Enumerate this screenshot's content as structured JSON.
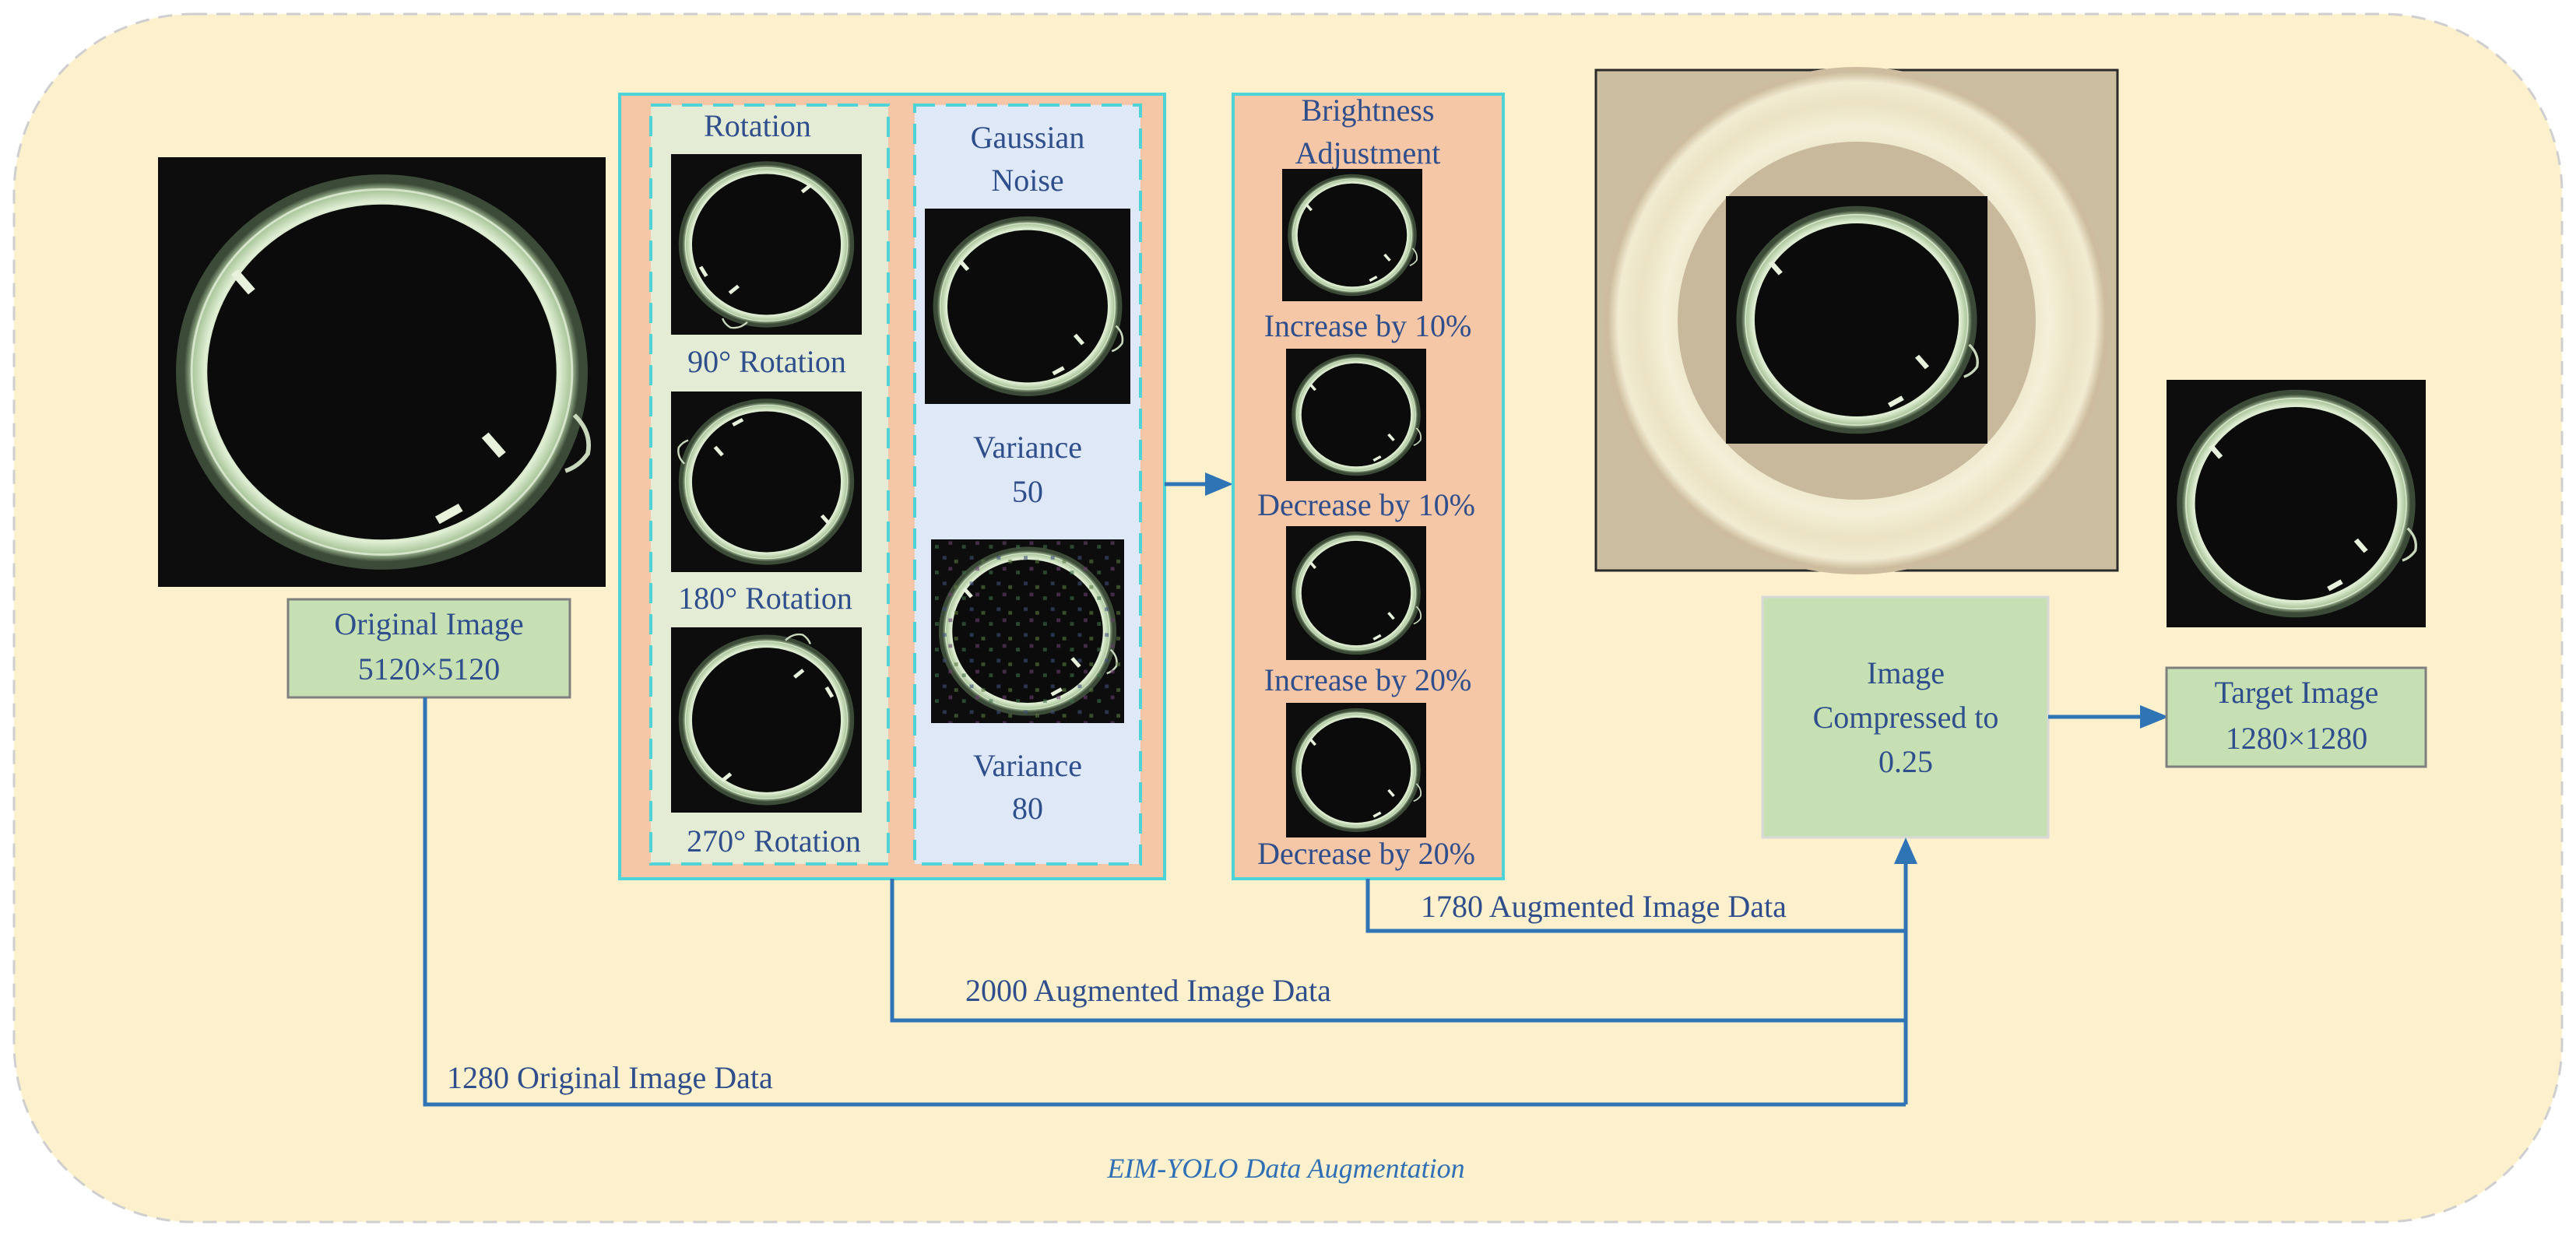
{
  "caption": "EIM-YOLO Data Augmentation",
  "original": {
    "line1": "Original Image",
    "line2": "5120×5120"
  },
  "rotation": {
    "title": "Rotation",
    "labels": [
      "90° Rotation",
      "180° Rotation",
      "270° Rotation"
    ]
  },
  "noise": {
    "title_line1": "Gaussian",
    "title_line2": "Noise",
    "items": [
      {
        "label": "Variance",
        "value": "50"
      },
      {
        "label": "Variance",
        "value": "80"
      }
    ]
  },
  "brightness": {
    "title_line1": "Brightness",
    "title_line2": "Adjustment",
    "labels": [
      "Increase by 10%",
      "Decrease by 10%",
      "Increase by 20%",
      "Decrease by 20%"
    ]
  },
  "compress": {
    "line1": "Image",
    "line2": "Compressed to",
    "line3": "0.25"
  },
  "target": {
    "line1": "Target Image",
    "line2": "1280×1280"
  },
  "flows": {
    "brightness_count": "1780 Augmented Image Data",
    "rotation_noise_count": "2000 Augmented Image Data",
    "original_count": "1280 Original Image Data"
  },
  "colors": {
    "background": "#fdf0cc",
    "panel_salmon": "#f6c7a6",
    "rotation_panel": "#e4ecd6",
    "noise_panel": "#dfe8f6",
    "label_green": "#c6e0b4",
    "arrow_blue": "#2f74b5",
    "text_blue": "#2e4e8c"
  }
}
